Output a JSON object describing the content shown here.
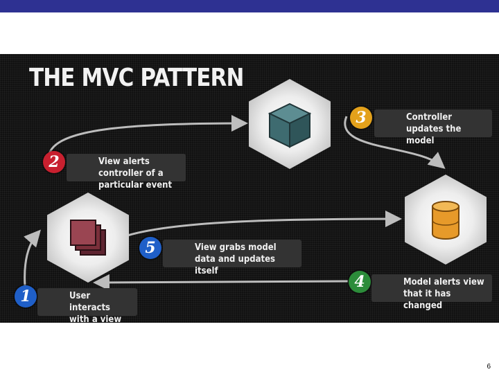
{
  "slide": {
    "title": "THE MVC PATTERN",
    "page_number": "6"
  },
  "steps": [
    {
      "number": "1",
      "text": "User interacts with a view",
      "color": "#1f5fc8"
    },
    {
      "number": "2",
      "text": "View alerts controller of a particular event",
      "color": "#c8202f"
    },
    {
      "number": "3",
      "text": "Controller updates the model",
      "color": "#e3a11b"
    },
    {
      "number": "4",
      "text": "Model alerts view that it has changed",
      "color": "#2c8c3a"
    },
    {
      "number": "5",
      "text": "View grabs model data and updates itself",
      "color": "#1f5fc8"
    }
  ],
  "nodes": {
    "controller": {
      "icon": "cube-icon",
      "color": "#3e6b70"
    },
    "view": {
      "icon": "stacked-windows-icon",
      "color": "#7a2f3a"
    },
    "model": {
      "icon": "database-cylinder-icon",
      "color": "#e79a2a"
    }
  },
  "colors": {
    "header_bar": "#2e3192",
    "panel_background": "#111111",
    "callout_background": "#333333"
  }
}
